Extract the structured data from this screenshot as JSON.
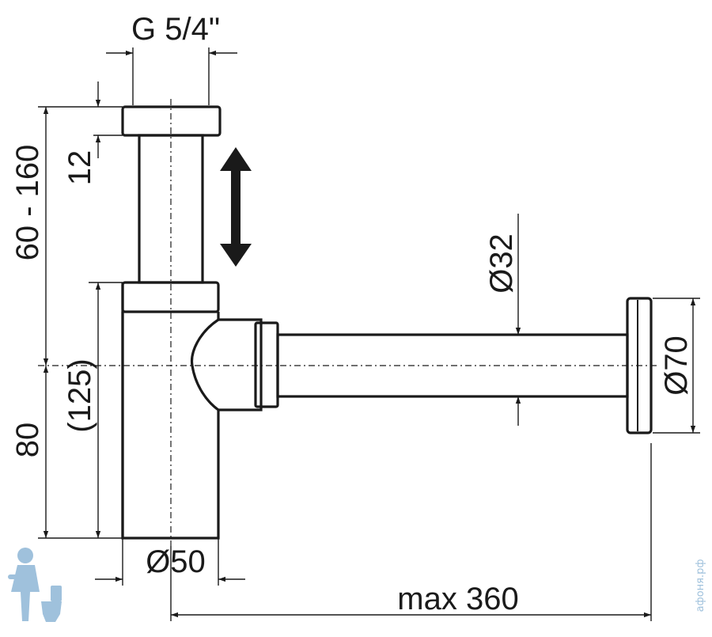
{
  "dimensions": {
    "thread": "G 5/4\"",
    "height_range": "60 - 160",
    "nut_height": "12",
    "pipe_diameter": "Ø32",
    "body_height": "(125)",
    "lower_height": "80",
    "body_diameter": "Ø50",
    "flange_diameter": "Ø70",
    "max_length": "max 360"
  },
  "watermark": {
    "text": "афоня.рф",
    "mascot_icon": "plumber-mascot-icon"
  },
  "colors": {
    "line": "#1a1a1a",
    "watermark": "#9fc1dc"
  }
}
